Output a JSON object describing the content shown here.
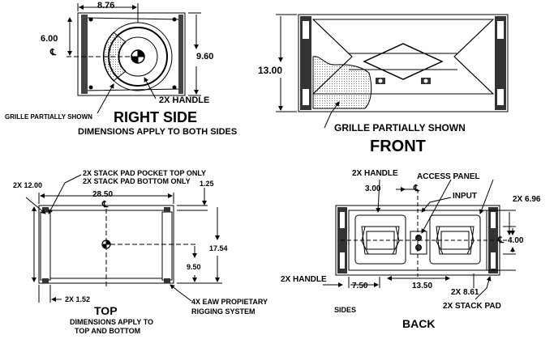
{
  "right_side": {
    "title": "RIGHT SIDE",
    "subtitle": "DIMENSIONS APPLY TO BOTH SIDES",
    "dim_width": "8.76",
    "dim_left": "6.00",
    "dim_right": "9.60",
    "handle_label": "2X HANDLE",
    "grille_label": "GRILLE PARTIALLY SHOWN"
  },
  "front": {
    "title": "FRONT",
    "dim_height": "13.00",
    "grille_label": "GRILLE PARTIALLY SHOWN"
  },
  "top": {
    "title": "TOP",
    "subtitle_line1": "DIMENSIONS APPLY TO",
    "subtitle_line2": "TOP AND BOTTOM",
    "stack_pad_line1": "2X STACK PAD POCKET TOP ONLY",
    "stack_pad_line2": "2X STACK PAD BOTTOM ONLY",
    "dim_width": "28.50",
    "dim_left": "2X 12.00",
    "dim_125": "1.25",
    "dim_1754": "17.54",
    "dim_950": "9.50",
    "dim_152": "2X 1.52",
    "rigging_line1": "4X EAW PROPIETARY",
    "rigging_line2": "RIGGING SYSTEM"
  },
  "back": {
    "title": "BACK",
    "handle_top": "2X HANDLE",
    "access_panel": "ACCESS PANEL",
    "input": "INPUT",
    "dim_300": "3.00",
    "dim_696": "2X 6.96",
    "dim_400": "4.00",
    "handle_left": "2X HANDLE",
    "dim_750": "7.50",
    "dim_1350": "13.50",
    "dim_861": "2X 8.61",
    "stack_pad": "2X STACK PAD",
    "sides": "SIDES"
  },
  "centerline_symbol": "℄"
}
